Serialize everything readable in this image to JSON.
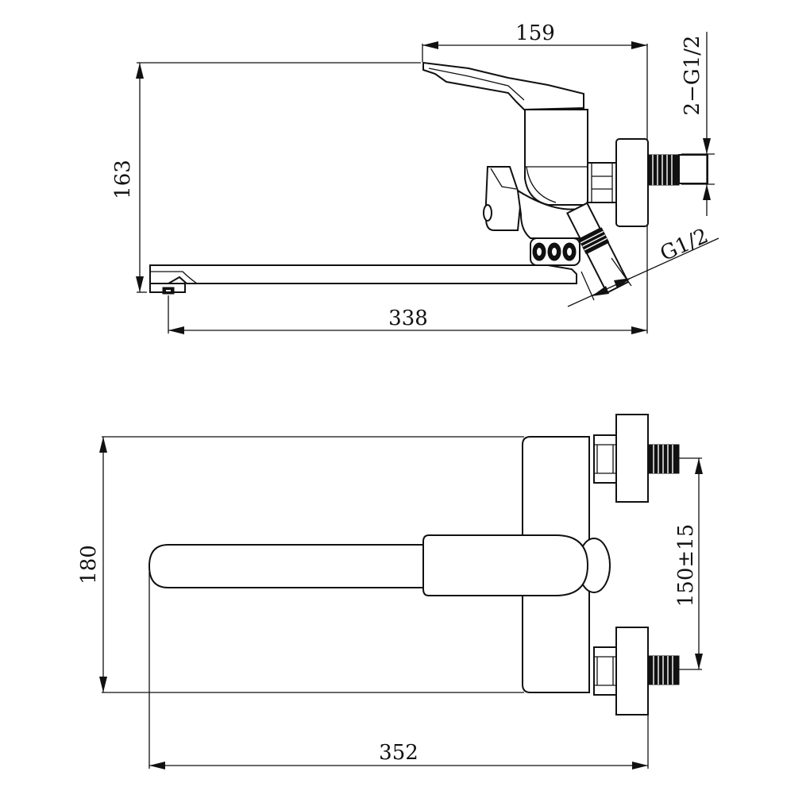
{
  "dimensions": {
    "top_width": "159",
    "side_height": "163",
    "thread_top": "2−G1/2",
    "thread_angled": "G1/2",
    "spout_length": "338",
    "plan_depth": "180",
    "center_distance": "150±15",
    "plan_length": "352"
  },
  "colors": {
    "line": "#111111",
    "background": "#ffffff"
  }
}
